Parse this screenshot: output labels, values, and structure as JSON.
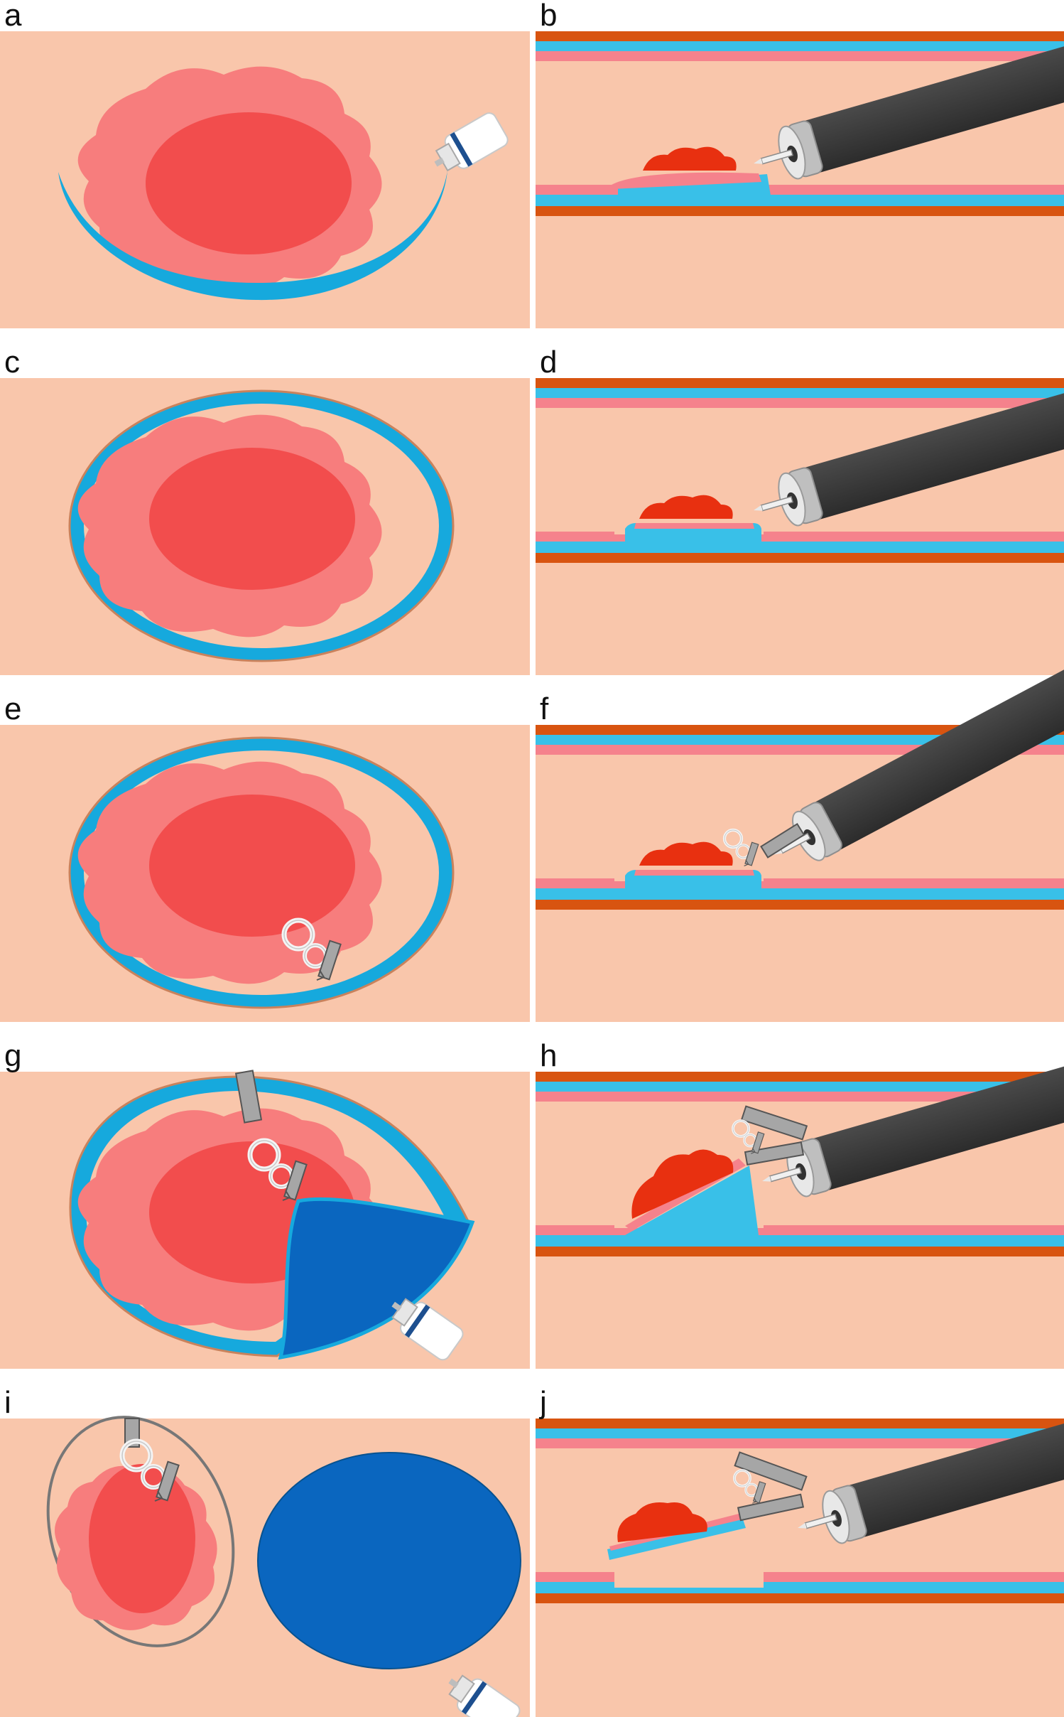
{
  "panels": [
    {
      "id": "a",
      "label": "a"
    },
    {
      "id": "b",
      "label": "b"
    },
    {
      "id": "c",
      "label": "c"
    },
    {
      "id": "d",
      "label": "d"
    },
    {
      "id": "e",
      "label": "e"
    },
    {
      "id": "f",
      "label": "f"
    },
    {
      "id": "g",
      "label": "g"
    },
    {
      "id": "h",
      "label": "h"
    },
    {
      "id": "i",
      "label": "i"
    },
    {
      "id": "j",
      "label": "j"
    }
  ],
  "colors": {
    "background": "#f9c6ab",
    "lesion_core": "#f24d4d",
    "lesion_halo": "#f77d7d",
    "submucosal_blue": "#16a9dd",
    "dark_blue_sheet": "#0a66bf",
    "mucosa_pink": "#f5828c",
    "muscle_orange": "#d85410",
    "endoscope_black": "#3a3a3a",
    "tumor_side": "#e83010",
    "clip_grey": "#a6a6a6"
  },
  "icons": {
    "injector": "syringe-icon",
    "clip": "clip-icon",
    "endoscope": "endoscope-icon"
  }
}
